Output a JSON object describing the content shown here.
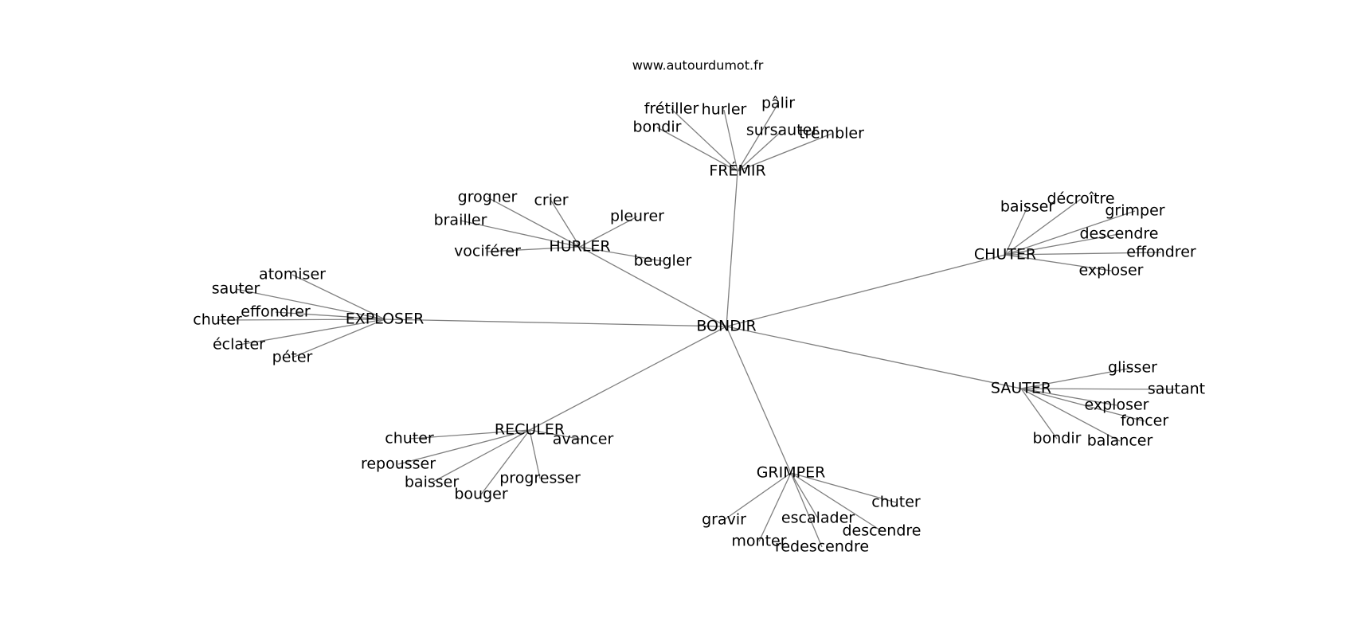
{
  "credit": "www.autourdumot.fr",
  "center": {
    "id": "bondir",
    "label": "BONDIR"
  },
  "hubs": [
    {
      "id": "fremir",
      "label": "FRÉMIR",
      "words": [
        "bondir",
        "frétiller",
        "hurler",
        "pâlir",
        "sursauter",
        "trembler"
      ]
    },
    {
      "id": "hurler",
      "label": "HURLER",
      "words": [
        "grogner",
        "crier",
        "brailler",
        "pleurer",
        "vociférer",
        "beugler"
      ]
    },
    {
      "id": "chuter",
      "label": "CHUTER",
      "words": [
        "baisser",
        "décroître",
        "grimper",
        "descendre",
        "effondrer",
        "exploser"
      ]
    },
    {
      "id": "exploser",
      "label": "EXPLOSER",
      "words": [
        "atomiser",
        "sauter",
        "effondrer",
        "chuter",
        "éclater",
        "péter"
      ]
    },
    {
      "id": "sauter",
      "label": "SAUTER",
      "words": [
        "glisser",
        "sautant",
        "exploser",
        "foncer",
        "bondir",
        "balancer"
      ]
    },
    {
      "id": "reculer",
      "label": "RECULER",
      "words": [
        "chuter",
        "avancer",
        "repousser",
        "progresser",
        "baisser",
        "bouger"
      ]
    },
    {
      "id": "grimper",
      "label": "GRIMPER",
      "words": [
        "chuter",
        "gravir",
        "escalader",
        "descendre",
        "monter",
        "redescendre"
      ]
    }
  ]
}
